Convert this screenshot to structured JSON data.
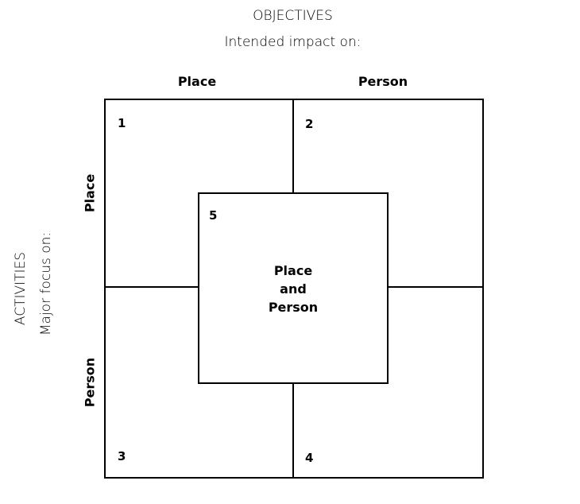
{
  "objectives": {
    "title": "OBJECTIVES",
    "subtitle": "Intended impact on:",
    "columns": [
      "Place",
      "Person"
    ]
  },
  "activities": {
    "title": "ACTIVITIES",
    "subtitle": "Major focus on:",
    "rows": [
      "Place",
      "Person"
    ]
  },
  "cells": {
    "numbers": [
      "1",
      "2",
      "3",
      "4",
      "5"
    ],
    "center_label": [
      "Place",
      "and",
      "Person"
    ]
  }
}
